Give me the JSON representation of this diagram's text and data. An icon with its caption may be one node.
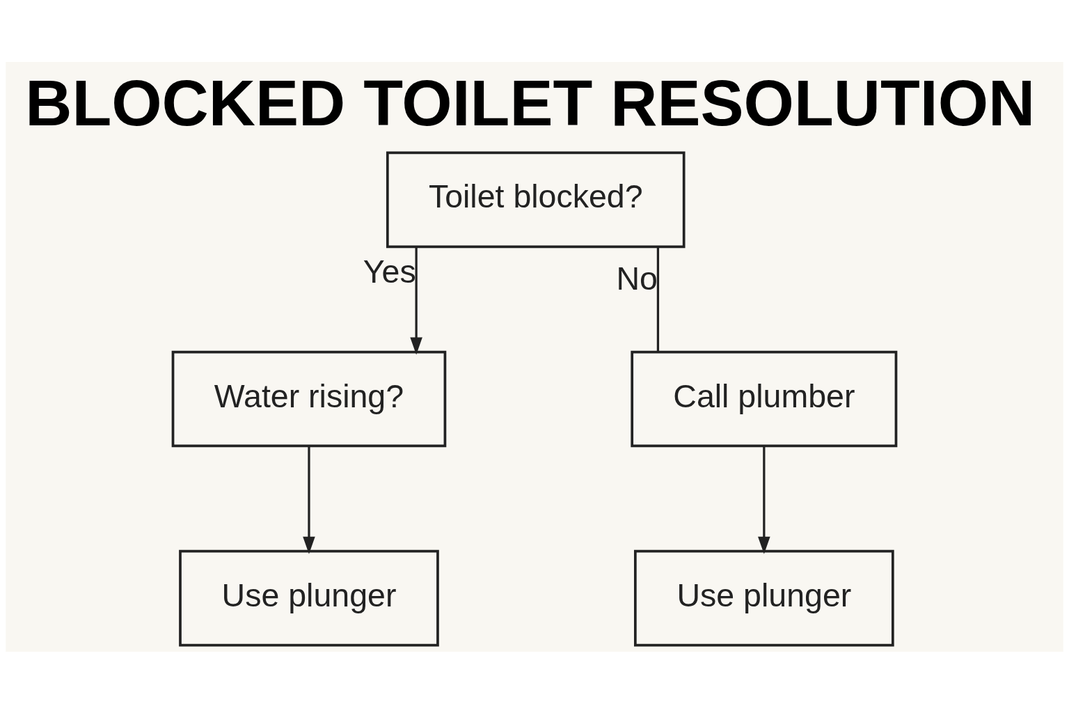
{
  "diagram": {
    "title": "BLOCKED TOILET RESOLUTION",
    "nodes": [
      {
        "text": [
          "Toilet blocked?"
        ]
      },
      {
        "text": [
          "Water rising?"
        ]
      },
      {
        "text": [
          "Call plumber"
        ]
      },
      {
        "text": [
          "Use plunger"
        ]
      },
      {
        "text": [
          "Use plunger"
        ]
      }
    ],
    "edges": [
      {
        "from": 0,
        "to": 1,
        "label": "Yes",
        "arrow": "to"
      },
      {
        "from": 0,
        "to": 2,
        "label": "No",
        "arrow": "none"
      },
      {
        "from": 1,
        "to": 3,
        "arrow": "to"
      },
      {
        "from": 2,
        "to": 4,
        "arrow": "to"
      }
    ]
  }
}
